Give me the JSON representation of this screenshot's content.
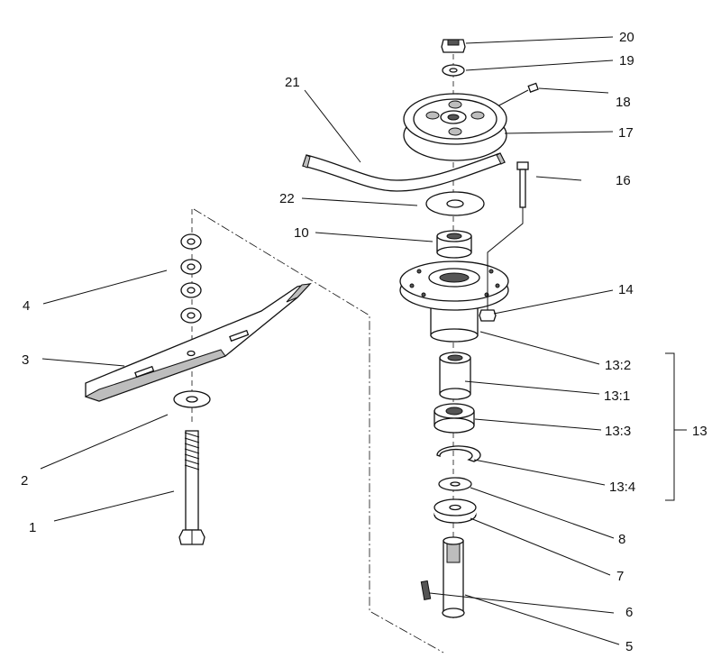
{
  "callouts": {
    "c1": "1",
    "c2": "2",
    "c3": "3",
    "c4": "4",
    "c5": "5",
    "c6": "6",
    "c7": "7",
    "c8": "8",
    "c10": "10",
    "c13": "13",
    "c13_1": "13:1",
    "c13_2": "13:2",
    "c13_3": "13:3",
    "c13_4": "13:4",
    "c14": "14",
    "c16": "16",
    "c17": "17",
    "c18": "18",
    "c19": "19",
    "c20": "20",
    "c21": "21",
    "c22": "22"
  }
}
